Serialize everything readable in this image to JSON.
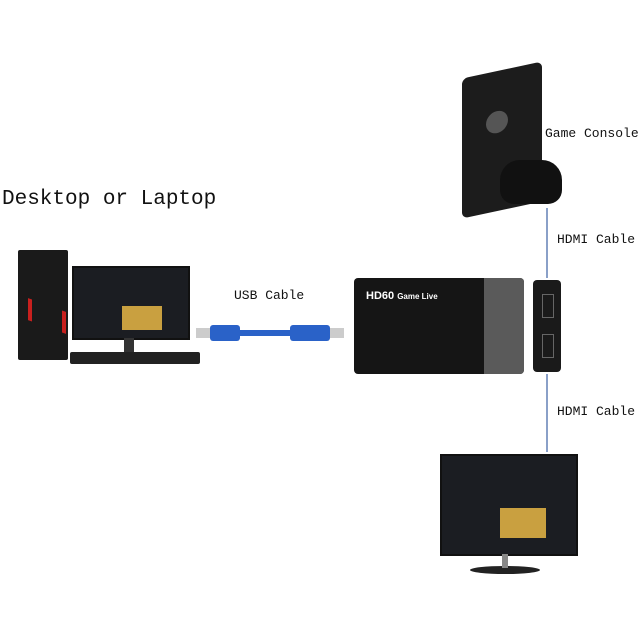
{
  "labels": {
    "desktop": "Desktop or Laptop",
    "usb_cable": "USB Cable",
    "game_console": "Game Console",
    "hdmi_top": "HDMI Cable",
    "hdmi_bottom": "HDMI Cable"
  },
  "device": {
    "brand": "HD60",
    "model": "Game Live"
  },
  "colors": {
    "usb_cable": "#2a62c8",
    "device_body": "#151515",
    "device_side": "#5a5a5a"
  }
}
